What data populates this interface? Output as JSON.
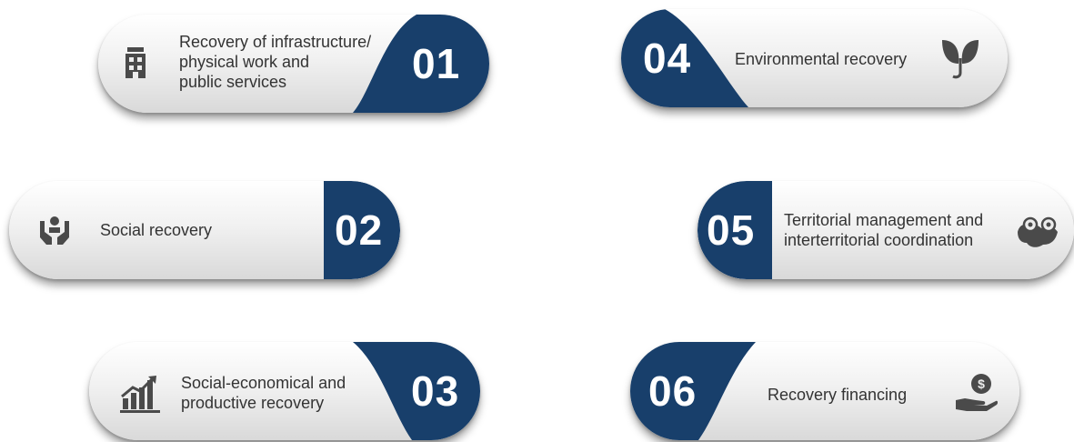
{
  "items": [
    {
      "number": "01",
      "label_lines": [
        "Recovery of infrastructure/",
        "physical work and",
        "public services"
      ],
      "icon": "building-icon"
    },
    {
      "number": "02",
      "label_lines": [
        "Social recovery"
      ],
      "icon": "hands-person-icon"
    },
    {
      "number": "03",
      "label_lines": [
        "Social-economical and",
        "productive recovery"
      ],
      "icon": "growth-chart-icon"
    },
    {
      "number": "04",
      "label_lines": [
        "Environmental recovery"
      ],
      "icon": "leaf-sprout-icon"
    },
    {
      "number": "05",
      "label_lines": [
        "Territorial management and",
        "interterritorial coordination"
      ],
      "icon": "map-pin-icon"
    },
    {
      "number": "06",
      "label_lines": [
        "Recovery financing"
      ],
      "icon": "money-hand-icon"
    }
  ],
  "colors": {
    "accent": "#183f6b",
    "pill_light": "#f1f1f1",
    "pill_dark": "#d9d9d9",
    "text": "#333333",
    "icon": "#4a4a4a"
  }
}
